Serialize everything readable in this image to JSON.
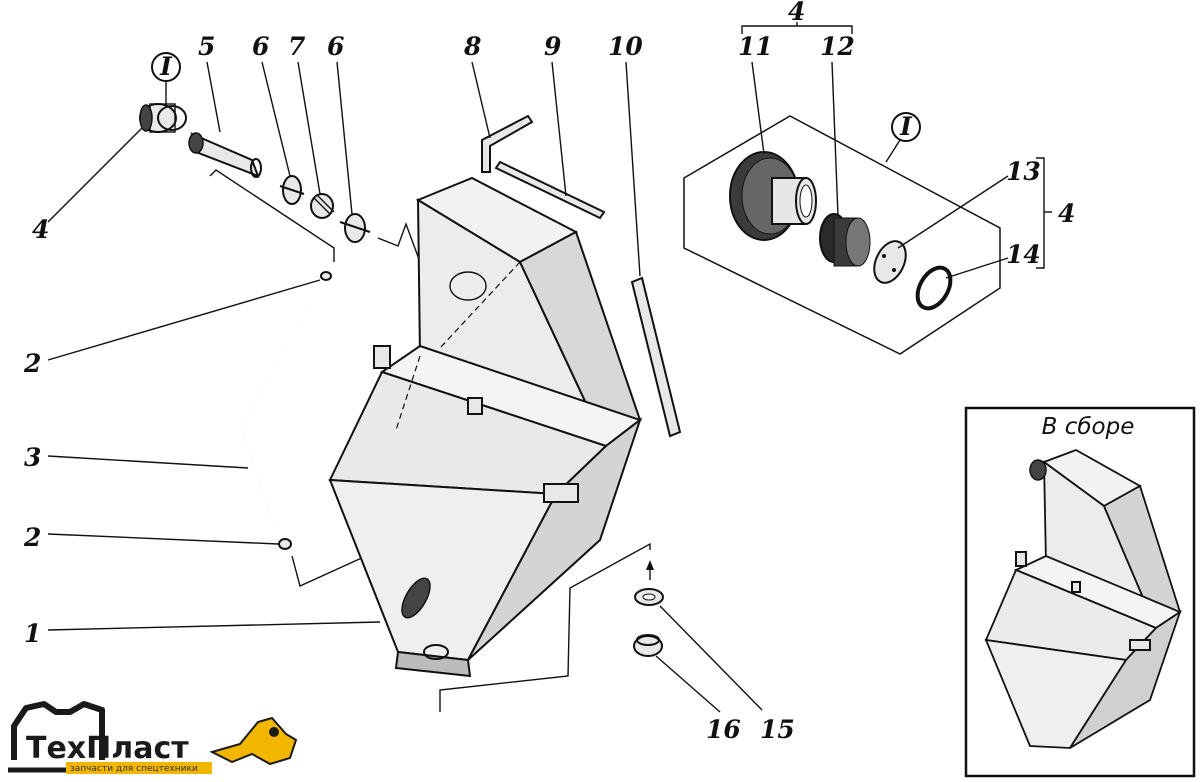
{
  "labels": {
    "n1": "1",
    "n2a": "2",
    "n2b": "2",
    "n3": "3",
    "n4a": "4",
    "n4b": "4",
    "n4c": "4",
    "n5": "5",
    "n6a": "6",
    "n7": "7",
    "n6b": "6",
    "n8": "8",
    "n9": "9",
    "n10": "10",
    "n11": "11",
    "n12": "12",
    "n13": "13",
    "n14": "14",
    "n15": "15",
    "n16": "16",
    "callout_a": "I",
    "callout_b": "I"
  },
  "inset": {
    "title": "В сборе"
  },
  "logo": {
    "name_part1": "Тех",
    "name_part2": "Пласт",
    "tagline": "запчасти для спецтехники",
    "accent_color": "#f2b600"
  }
}
